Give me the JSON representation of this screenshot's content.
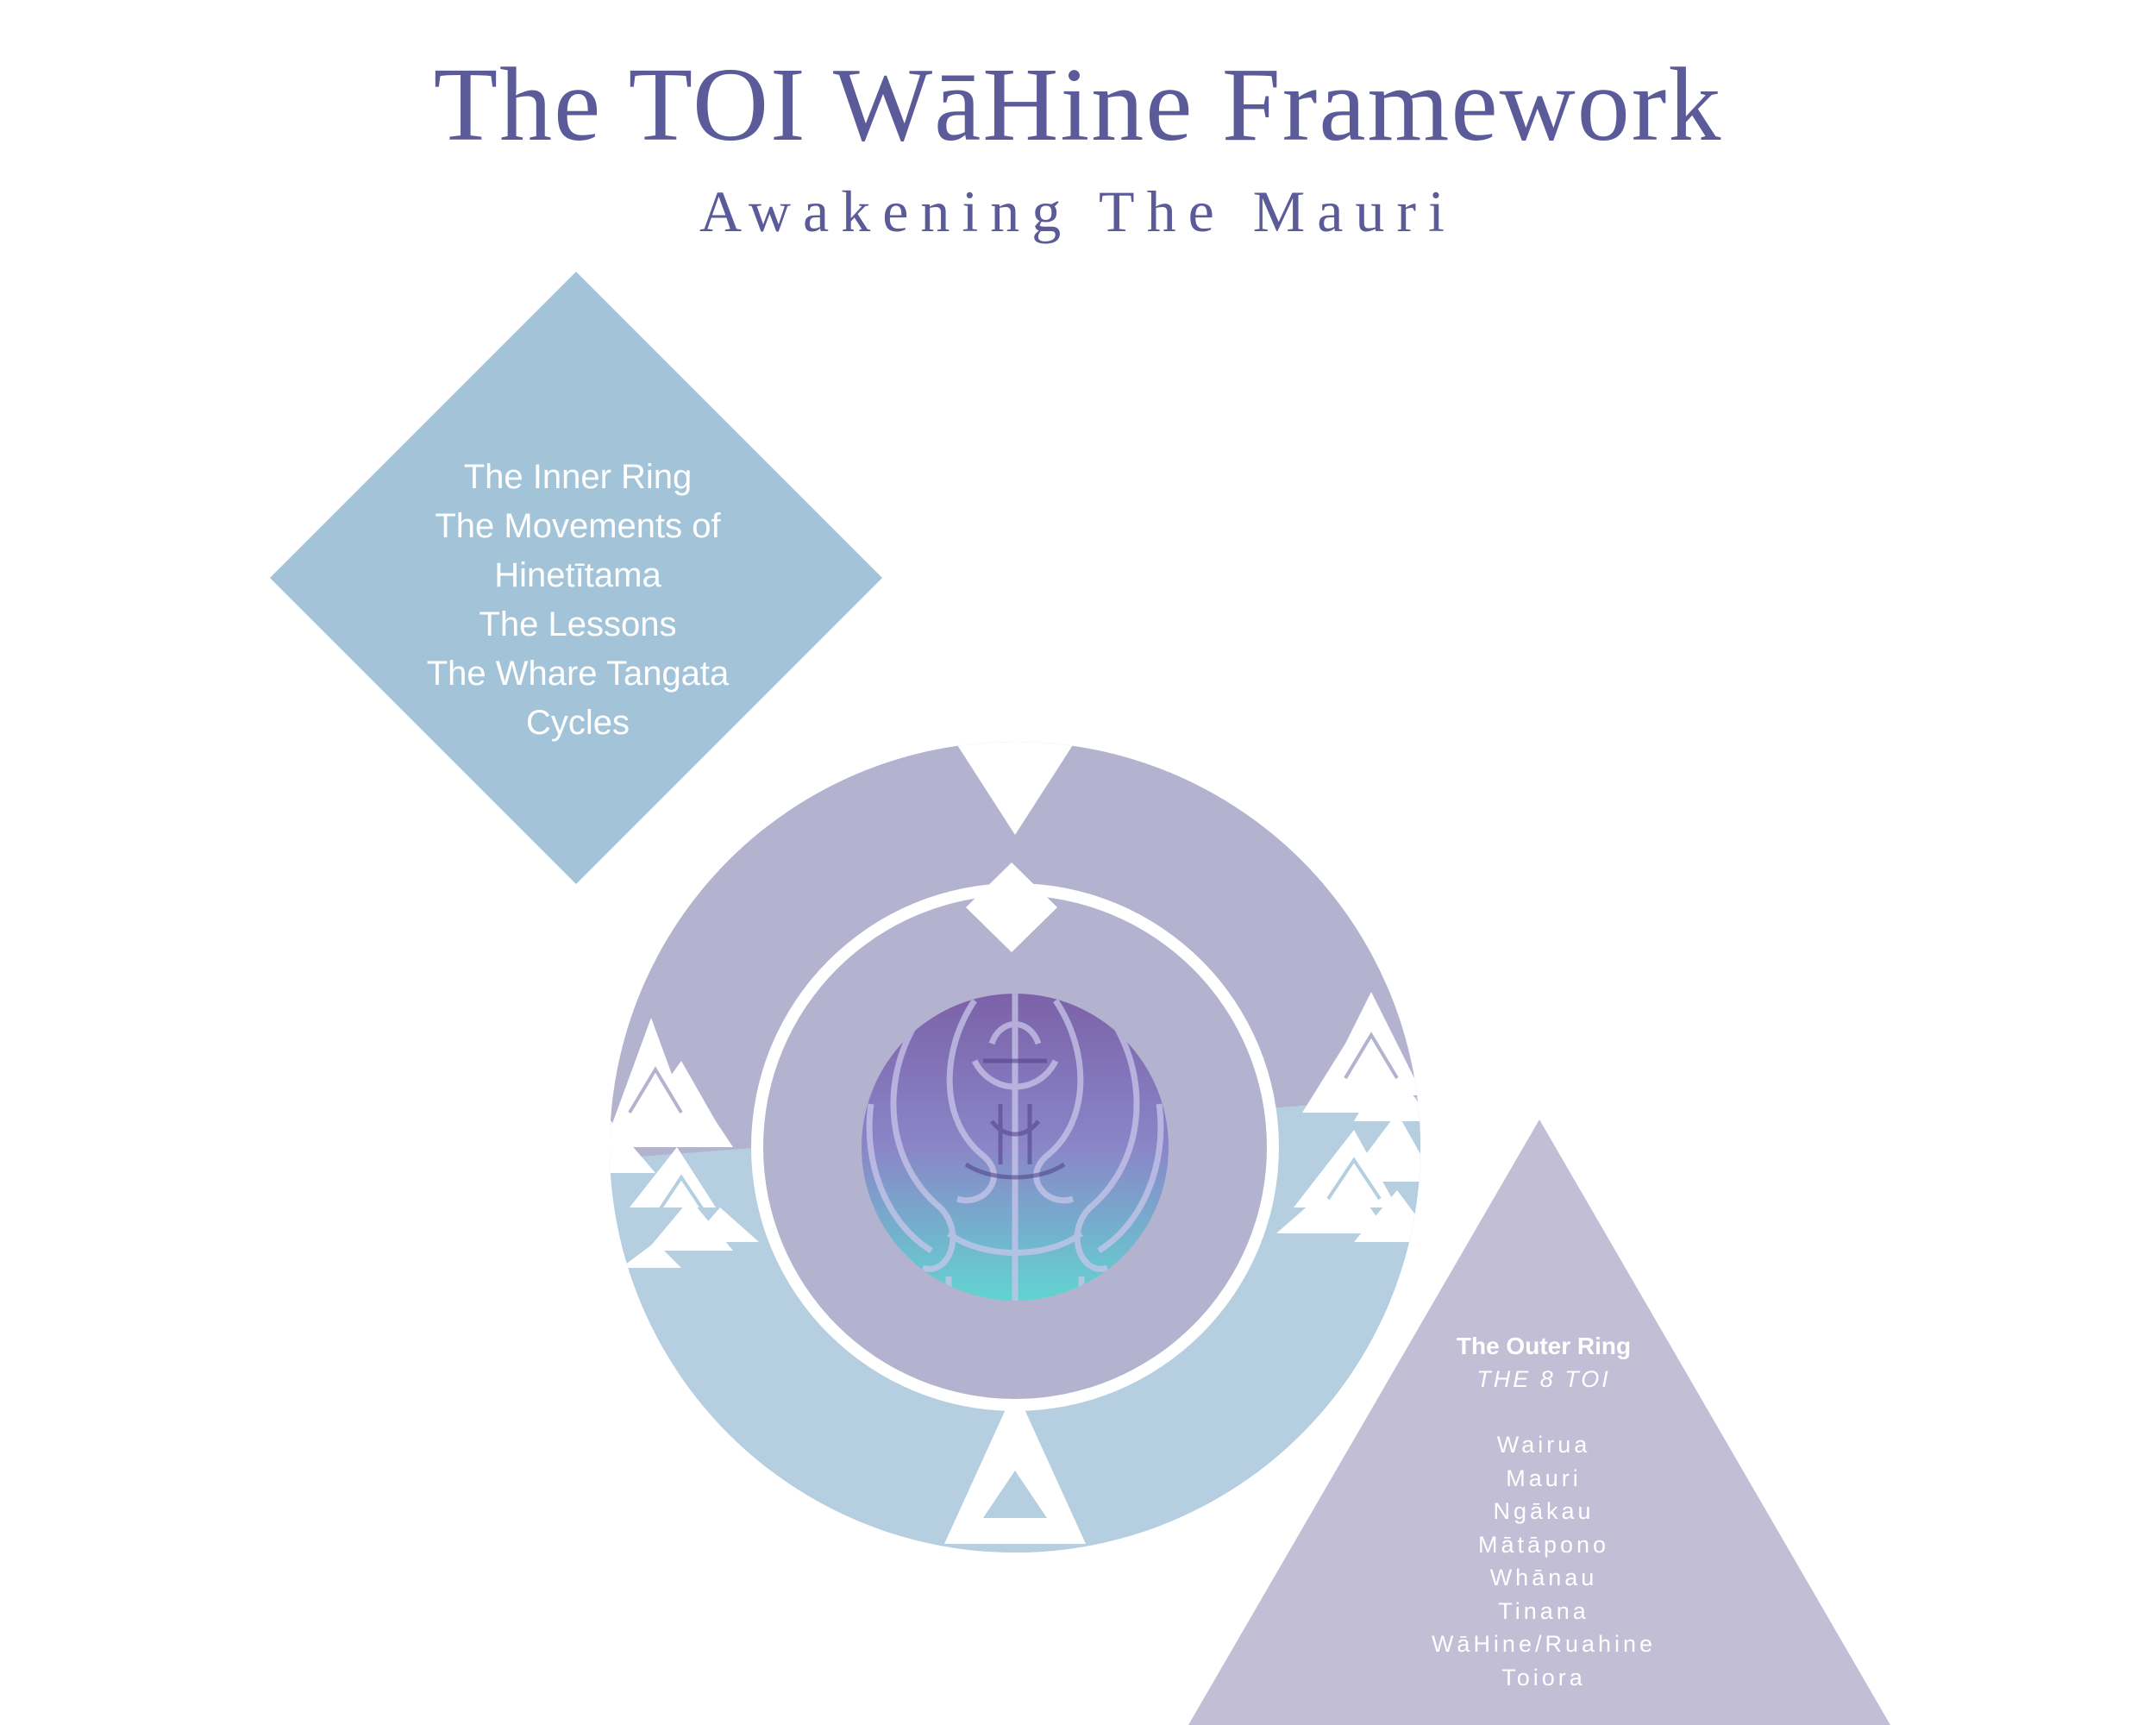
{
  "header": {
    "title": "The TOI WāHine Framework",
    "subtitle": "Awakening The Mauri"
  },
  "inner_ring": {
    "lines": [
      "The Inner Ring",
      "The Movements of",
      "Hinetītama",
      "The Lessons",
      "The Whare Tangata",
      "Cycles"
    ]
  },
  "outer_ring": {
    "title": "The Outer Ring",
    "subtitle": "THE 8 TOI",
    "items": [
      "Wairua",
      "Mauri",
      "Ngākau",
      "Mātāpono",
      "Whānau",
      "Tinana",
      "WāHine/Ruahine",
      "Toiora"
    ]
  },
  "colors": {
    "title": "#5a5b98",
    "diamond": "#a3c4d8",
    "triangle": "#c2bed6",
    "ring_purple": "#b3b2cf",
    "ring_blue": "#b5cfe1",
    "center_top": "#7a5fa6",
    "center_bottom": "#5fd9d2"
  }
}
